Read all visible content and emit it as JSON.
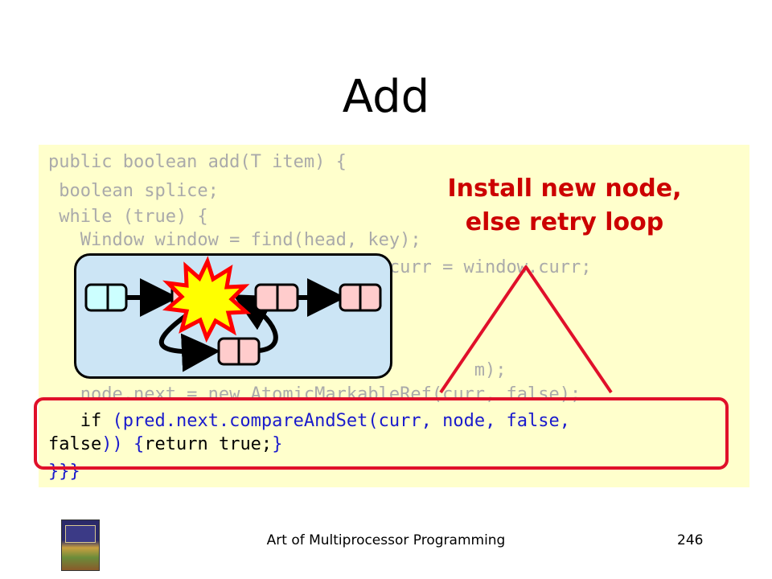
{
  "slide": {
    "title": "Add",
    "callout": [
      "Install new node,",
      "else retry loop"
    ],
    "footer": "Art of Multiprocessor Programming",
    "page_number": "246"
  },
  "code": {
    "lines": [
      "public boolean add(T item) {",
      " boolean splice;",
      " while (true) {",
      "   Window window = find(head, key);",
      "                                curr = window.curr;",
      "                                        m);",
      "   node.next = new AtomicMarkableRef(curr, false);"
    ],
    "active_line_1": {
      "prefix": "   if ",
      "call": "(pred.next.compareAndSet(curr, node, false,"
    },
    "active_line_2": {
      "first": "false",
      "parens": "))",
      "space": " ",
      "brace": "{",
      "ret": "return true;",
      "close": "}"
    },
    "last_line": "}}}"
  },
  "colors": {
    "panel": "#ffffcc",
    "callout": "#cc0000",
    "highlight_border": "#e0102a",
    "diagram_bg": "#cce5f5",
    "node_head": "#ccffff",
    "node_other": "#ffcccc",
    "burst_fill": "#ffff00",
    "burst_stroke": "#ff0000"
  },
  "icons": [
    "linked-list-node-icon",
    "arrow-icon",
    "explosion-icon",
    "book-cover-icon"
  ]
}
